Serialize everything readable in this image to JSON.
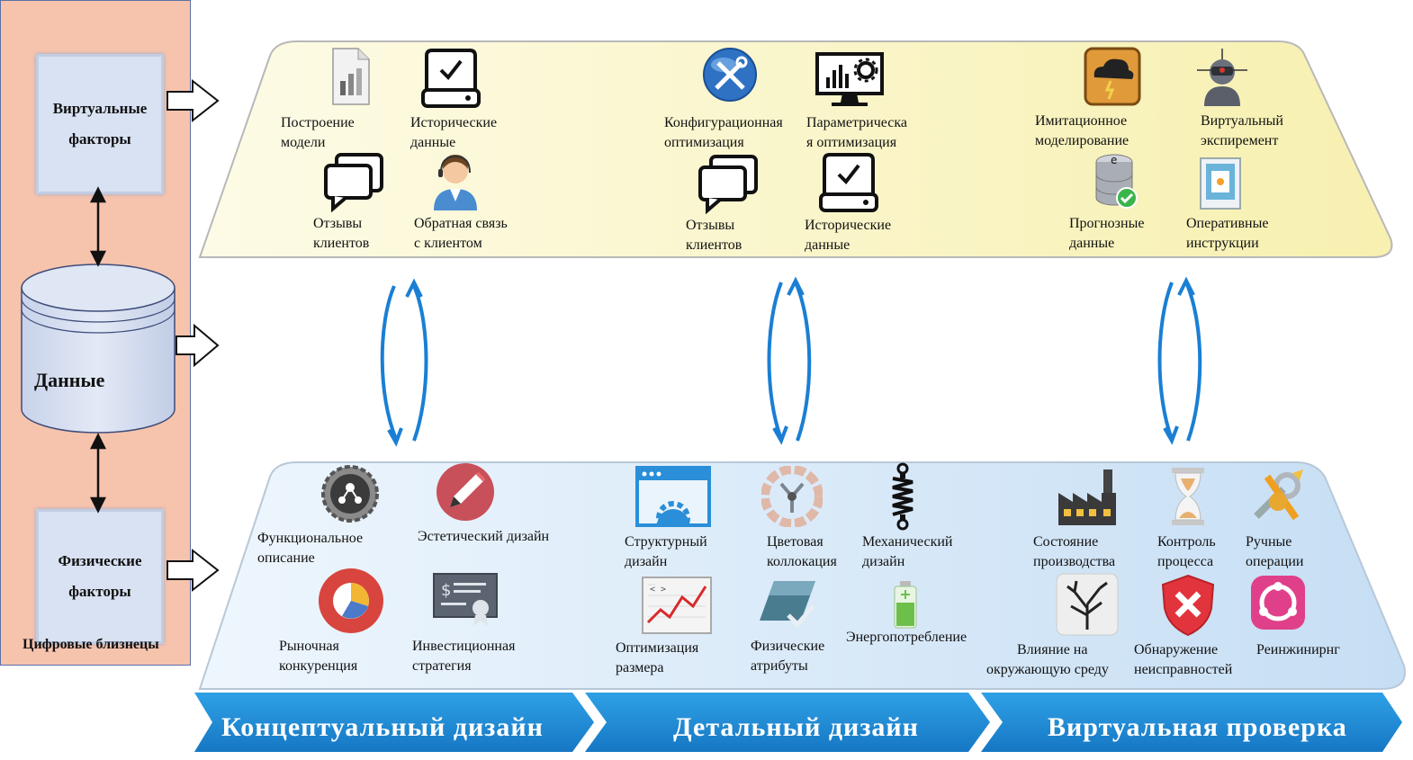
{
  "left": {
    "virtual_factors": [
      "Виртуальные",
      "факторы"
    ],
    "data": "Данные",
    "physical_factors": [
      "Физические",
      "факторы"
    ],
    "digital_twins": "Цифровые близнецы"
  },
  "virtual_layer": {
    "conceptual": [
      {
        "icon": "document-chart-icon",
        "lines": [
          "Построение",
          "модели"
        ]
      },
      {
        "icon": "checked-drive-icon",
        "lines": [
          "Исторические",
          "данные"
        ]
      },
      {
        "icon": "chat-bubbles-icon",
        "lines": [
          "Отзывы",
          "клиентов"
        ]
      },
      {
        "icon": "support-agent-icon",
        "lines": [
          "Обратная  связь",
          "с клиентом"
        ]
      }
    ],
    "detailed": [
      {
        "icon": "tools-globe-icon",
        "lines": [
          "Конфигурационная",
          "оптимизация"
        ]
      },
      {
        "icon": "monitor-settings-icon",
        "lines": [
          "Параметрическа",
          "я оптимизация"
        ]
      },
      {
        "icon": "chat-bubbles-icon",
        "lines": [
          "Отзывы",
          "клиентов"
        ]
      },
      {
        "icon": "checked-drive-icon",
        "lines": [
          "Исторические",
          "данные"
        ]
      }
    ],
    "verification": [
      {
        "icon": "storm-cloud-icon",
        "lines": [
          "Имитационное",
          "моделирование"
        ]
      },
      {
        "icon": "vr-headset-icon",
        "lines": [
          "Виртуальный",
          "экспиремент"
        ]
      },
      {
        "icon": "database-check-icon",
        "lines": [
          "Прогнозные",
          "данные"
        ]
      },
      {
        "icon": "manual-book-icon",
        "lines": [
          "Оперативные",
          "инструкции"
        ]
      }
    ]
  },
  "physical_layer": {
    "conceptual": [
      {
        "icon": "gear-network-icon",
        "lines": [
          "Функциональное",
          "описание"
        ]
      },
      {
        "icon": "pencil-icon",
        "lines": [
          "Эстетический  дизайн"
        ]
      },
      {
        "icon": "pie-chart-icon",
        "lines": [
          "Рыночная",
          "конкуренция"
        ]
      },
      {
        "icon": "certificate-icon",
        "lines": [
          "Инвестиционная",
          "стратегия"
        ]
      }
    ],
    "detailed": [
      {
        "icon": "browser-gear-icon",
        "lines": [
          "Структурный",
          "дизайн"
        ]
      },
      {
        "icon": "color-wheel-icon",
        "lines": [
          "Цветовая",
          "коллокация"
        ]
      },
      {
        "icon": "spring-icon",
        "lines": [
          "Механический",
          "дизайн"
        ]
      },
      {
        "icon": "line-chart-icon",
        "lines": [
          "Оптимизация",
          "размера"
        ]
      },
      {
        "icon": "material-check-icon",
        "lines": [
          "Физические",
          "атрибуты"
        ]
      },
      {
        "icon": "battery-icon",
        "lines": [
          "Энергопотребление"
        ]
      }
    ],
    "verification": [
      {
        "icon": "factory-icon",
        "lines": [
          "Состояние",
          "производства"
        ]
      },
      {
        "icon": "hourglass-icon",
        "lines": [
          "Контроль",
          "процесса"
        ]
      },
      {
        "icon": "tools-icon",
        "lines": [
          "Ручные",
          "операции"
        ]
      },
      {
        "icon": "tree-icon",
        "lines": [
          "Влияние  на",
          "окружающую  среду"
        ]
      },
      {
        "icon": "shield-x-icon",
        "lines": [
          "Обнаружение",
          "неисправностей"
        ]
      },
      {
        "icon": "reengineering-icon",
        "lines": [
          "Реинжинирнг"
        ]
      }
    ]
  },
  "stages": [
    "Концептуальный  дизайн",
    "Детальный  дизайн",
    "Виртуальная  проверка"
  ],
  "colors": {
    "left_panel": "#f6c3ad",
    "virtual_layer": "#f9f5c8",
    "physical_layer": "#dcecf9",
    "arrows": "#1a7fd4",
    "band": "#1e8fd6"
  }
}
